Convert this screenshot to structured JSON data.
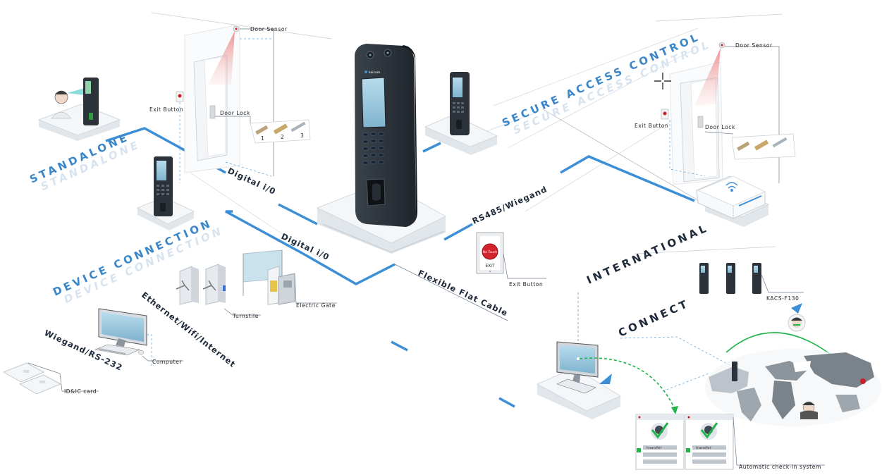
{
  "sections": {
    "standalone": "STANDALONE",
    "device_connection": "DEVICE CONNECTION",
    "secure_access_control": "SECURE ACCESS CONTROL",
    "international": "INTERNATIONAL",
    "connect": "CONNECT"
  },
  "routes": {
    "digital_io_1": "Digital i/0",
    "digital_io_2": "Digital i/0",
    "rs485_wiegand": "RS485/Wiegand",
    "flexible_flat_cable": "Flexible Flat Cable",
    "ethernet_wifi_internet": "Ethernet/Wifi/Internet",
    "wiegand_rs232": "Wiegand/RS-232"
  },
  "labels": {
    "door_sensor_left": "Door Sensor",
    "exit_button_left": "Exit Button",
    "door_lock_left": "Door Lock",
    "door_sensor_right": "Door Sensor",
    "exit_button_right": "Exit Button",
    "door_lock_right": "Door Lock",
    "exit_button_center": "Exit Button",
    "turnstile": "Turnstile",
    "electric_gate": "Electric Gate",
    "computer": "Computer",
    "id_ic_card": "ID&IC card",
    "kacs_model": "KACS-F130",
    "auto_checkin": "Automatic check-in system"
  },
  "device": {
    "brand": "kaicom"
  },
  "exit_plate": {
    "button_text": "No Touch",
    "caption": "EXIT"
  },
  "lock_numbers": [
    "1",
    "2",
    "3"
  ],
  "checkin_cards": [
    {
      "name": "transfer",
      "status": "checked"
    },
    {
      "name": "transfer",
      "status": "checked"
    }
  ],
  "colors": {
    "line_blue": "#3c8fd6",
    "device_dark": "#2c3239",
    "check_green": "#22b34a",
    "alert_red": "#c8202a"
  }
}
